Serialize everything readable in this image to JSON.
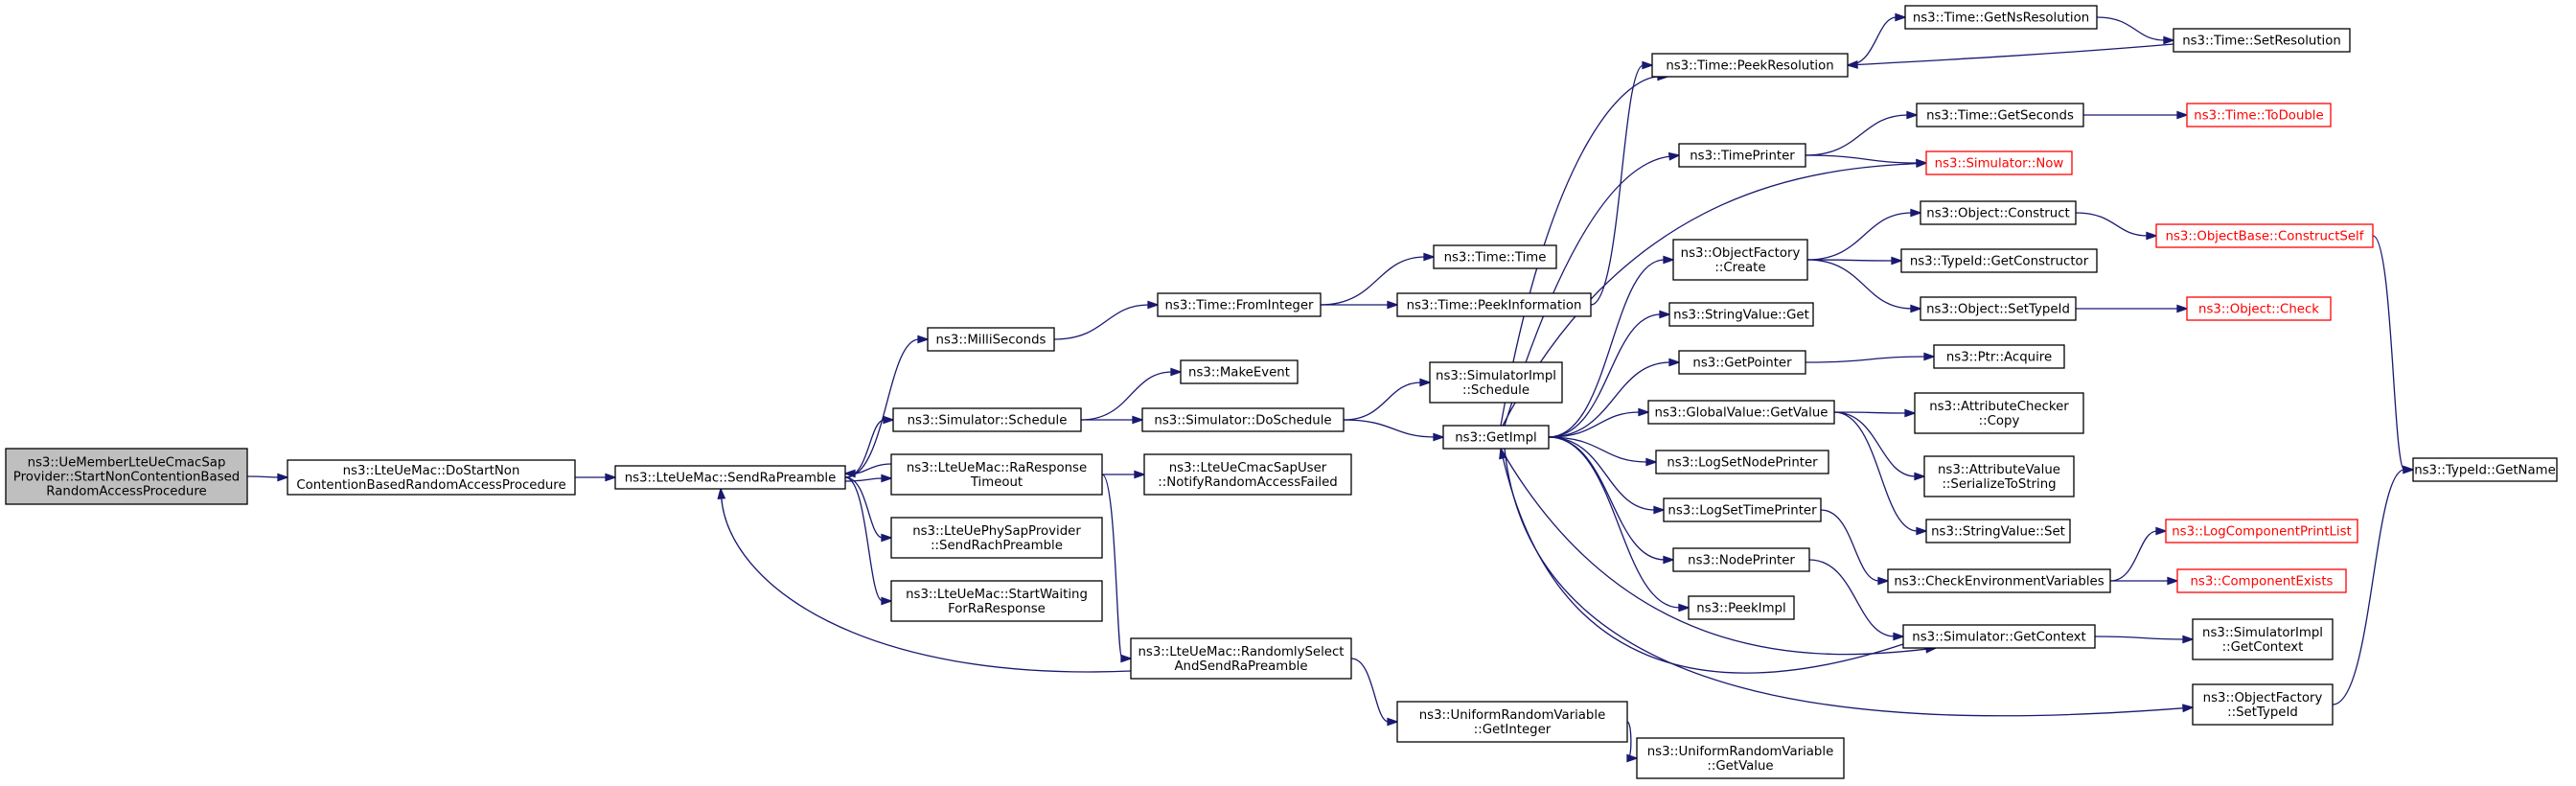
{
  "nodes": [
    {
      "id": "root",
      "lines": [
        "ns3::UeMemberLteUeCmacSap",
        "Provider::StartNonContentionBased",
        "RandomAccessProcedure"
      ],
      "style": "root"
    },
    {
      "id": "doStart",
      "lines": [
        "ns3::LteUeMac::DoStartNon",
        "ContentionBasedRandomAccessProcedure"
      ]
    },
    {
      "id": "sendRa",
      "lines": [
        "ns3::LteUeMac::SendRaPreamble"
      ]
    },
    {
      "id": "milli",
      "lines": [
        "ns3::MilliSeconds"
      ]
    },
    {
      "id": "simSchedule",
      "lines": [
        "ns3::Simulator::Schedule"
      ]
    },
    {
      "id": "raResp",
      "lines": [
        "ns3::LteUeMac::RaResponse",
        "Timeout"
      ]
    },
    {
      "id": "sendRach",
      "lines": [
        "ns3::LteUePhySapProvider",
        "::SendRachPreamble"
      ]
    },
    {
      "id": "startWait",
      "lines": [
        "ns3::LteUeMac::StartWaiting",
        "ForRaResponse"
      ]
    },
    {
      "id": "fromInt",
      "lines": [
        "ns3::Time::FromInteger"
      ]
    },
    {
      "id": "makeEvent",
      "lines": [
        "ns3::MakeEvent"
      ]
    },
    {
      "id": "doSchedule",
      "lines": [
        "ns3::Simulator::DoSchedule"
      ]
    },
    {
      "id": "notify",
      "lines": [
        "ns3::LteUeCmacSapUser",
        "::NotifyRandomAccessFailed"
      ]
    },
    {
      "id": "randSel",
      "lines": [
        "ns3::LteUeMac::RandomlySelect",
        "AndSendRaPreamble"
      ]
    },
    {
      "id": "timeTime",
      "lines": [
        "ns3::Time::Time"
      ]
    },
    {
      "id": "peekInfo",
      "lines": [
        "ns3::Time::PeekInformation"
      ]
    },
    {
      "id": "implSched",
      "lines": [
        "ns3::SimulatorImpl",
        "::Schedule"
      ]
    },
    {
      "id": "getImpl",
      "lines": [
        "ns3::GetImpl"
      ]
    },
    {
      "id": "uniGetInt",
      "lines": [
        "ns3::UniformRandomVariable",
        "::GetInteger"
      ]
    },
    {
      "id": "uniGetVal",
      "lines": [
        "ns3::UniformRandomVariable",
        "::GetValue"
      ]
    },
    {
      "id": "peekRes",
      "lines": [
        "ns3::Time::PeekResolution"
      ]
    },
    {
      "id": "timePrinter",
      "lines": [
        "ns3::TimePrinter"
      ]
    },
    {
      "id": "objFactCreate",
      "lines": [
        "ns3::ObjectFactory",
        "::Create"
      ]
    },
    {
      "id": "strValGet",
      "lines": [
        "ns3::StringValue::Get"
      ]
    },
    {
      "id": "getPointer",
      "lines": [
        "ns3::GetPointer"
      ]
    },
    {
      "id": "gvGetValue",
      "lines": [
        "ns3::GlobalValue::GetValue"
      ]
    },
    {
      "id": "logSetNode",
      "lines": [
        "ns3::LogSetNodePrinter"
      ]
    },
    {
      "id": "logSetTime",
      "lines": [
        "ns3::LogSetTimePrinter"
      ]
    },
    {
      "id": "nodePrinter",
      "lines": [
        "ns3::NodePrinter"
      ]
    },
    {
      "id": "peekImpl",
      "lines": [
        "ns3::PeekImpl"
      ]
    },
    {
      "id": "getNsRes",
      "lines": [
        "ns3::Time::GetNsResolution"
      ]
    },
    {
      "id": "setRes",
      "lines": [
        "ns3::Time::SetResolution"
      ]
    },
    {
      "id": "getSeconds",
      "lines": [
        "ns3::Time::GetSeconds"
      ]
    },
    {
      "id": "toDouble",
      "lines": [
        "ns3::Time::ToDouble"
      ],
      "style": "red"
    },
    {
      "id": "simNow",
      "lines": [
        "ns3::Simulator::Now"
      ],
      "style": "red"
    },
    {
      "id": "objConstruct",
      "lines": [
        "ns3::Object::Construct"
      ]
    },
    {
      "id": "getCtor",
      "lines": [
        "ns3::TypeId::GetConstructor"
      ]
    },
    {
      "id": "objSetTypeId",
      "lines": [
        "ns3::Object::SetTypeId"
      ]
    },
    {
      "id": "objBaseCS",
      "lines": [
        "ns3::ObjectBase::ConstructSelf"
      ],
      "style": "red"
    },
    {
      "id": "objCheck",
      "lines": [
        "ns3::Object::Check"
      ],
      "style": "red"
    },
    {
      "id": "ptrAcquire",
      "lines": [
        "ns3::Ptr::Acquire"
      ]
    },
    {
      "id": "attrCopy",
      "lines": [
        "ns3::AttributeChecker",
        "::Copy"
      ]
    },
    {
      "id": "attrSer",
      "lines": [
        "ns3::AttributeValue",
        "::SerializeToString"
      ]
    },
    {
      "id": "strValSet",
      "lines": [
        "ns3::StringValue::Set"
      ]
    },
    {
      "id": "checkEnv",
      "lines": [
        "ns3::CheckEnvironmentVariables"
      ]
    },
    {
      "id": "simGetCtx",
      "lines": [
        "ns3::Simulator::GetContext"
      ]
    },
    {
      "id": "logCompPrint",
      "lines": [
        "ns3::LogComponentPrintList"
      ],
      "style": "red"
    },
    {
      "id": "compExists",
      "lines": [
        "ns3::ComponentExists"
      ],
      "style": "red"
    },
    {
      "id": "implGetCtx",
      "lines": [
        "ns3::SimulatorImpl",
        "::GetContext"
      ]
    },
    {
      "id": "ofSetTypeId",
      "lines": [
        "ns3::ObjectFactory",
        "::SetTypeId"
      ]
    },
    {
      "id": "typeIdGetName",
      "lines": [
        "ns3::TypeId::GetName"
      ]
    }
  ],
  "edges": [
    [
      "root",
      "doStart"
    ],
    [
      "doStart",
      "sendRa"
    ],
    [
      "sendRa",
      "milli"
    ],
    [
      "sendRa",
      "simSchedule"
    ],
    [
      "sendRa",
      "raResp"
    ],
    [
      "sendRa",
      "sendRach"
    ],
    [
      "sendRa",
      "startWait"
    ],
    [
      "raResp",
      "sendRa"
    ],
    [
      "raResp",
      "notify"
    ],
    [
      "raResp",
      "randSel"
    ],
    [
      "randSel",
      "sendRa"
    ],
    [
      "randSel",
      "uniGetInt"
    ],
    [
      "uniGetInt",
      "uniGetVal"
    ],
    [
      "milli",
      "fromInt"
    ],
    [
      "fromInt",
      "timeTime"
    ],
    [
      "fromInt",
      "peekInfo"
    ],
    [
      "peekInfo",
      "peekRes"
    ],
    [
      "simSchedule",
      "makeEvent"
    ],
    [
      "simSchedule",
      "doSchedule"
    ],
    [
      "doSchedule",
      "implSched"
    ],
    [
      "doSchedule",
      "getImpl"
    ],
    [
      "peekRes",
      "getNsRes"
    ],
    [
      "getNsRes",
      "setRes"
    ],
    [
      "setRes",
      "peekRes"
    ],
    [
      "getImpl",
      "peekRes"
    ],
    [
      "getImpl",
      "timePrinter"
    ],
    [
      "getImpl",
      "simNow"
    ],
    [
      "getImpl",
      "objFactCreate"
    ],
    [
      "getImpl",
      "strValGet"
    ],
    [
      "getImpl",
      "getPointer"
    ],
    [
      "getImpl",
      "gvGetValue"
    ],
    [
      "getImpl",
      "logSetNode"
    ],
    [
      "getImpl",
      "logSetTime"
    ],
    [
      "getImpl",
      "nodePrinter"
    ],
    [
      "getImpl",
      "peekImpl"
    ],
    [
      "getImpl",
      "simGetCtx"
    ],
    [
      "getImpl",
      "ofSetTypeId"
    ],
    [
      "timePrinter",
      "getSeconds"
    ],
    [
      "timePrinter",
      "simNow"
    ],
    [
      "getSeconds",
      "toDouble"
    ],
    [
      "objFactCreate",
      "objConstruct"
    ],
    [
      "objFactCreate",
      "getCtor"
    ],
    [
      "objFactCreate",
      "objSetTypeId"
    ],
    [
      "objConstruct",
      "objBaseCS"
    ],
    [
      "objSetTypeId",
      "objCheck"
    ],
    [
      "objBaseCS",
      "typeIdGetName"
    ],
    [
      "getPointer",
      "ptrAcquire"
    ],
    [
      "gvGetValue",
      "attrCopy"
    ],
    [
      "gvGetValue",
      "attrSer"
    ],
    [
      "gvGetValue",
      "strValSet"
    ],
    [
      "logSetTime",
      "checkEnv"
    ],
    [
      "checkEnv",
      "logCompPrint"
    ],
    [
      "checkEnv",
      "compExists"
    ],
    [
      "nodePrinter",
      "simGetCtx"
    ],
    [
      "simGetCtx",
      "getImpl"
    ],
    [
      "simGetCtx",
      "implGetCtx"
    ],
    [
      "ofSetTypeId",
      "typeIdGetName"
    ]
  ]
}
